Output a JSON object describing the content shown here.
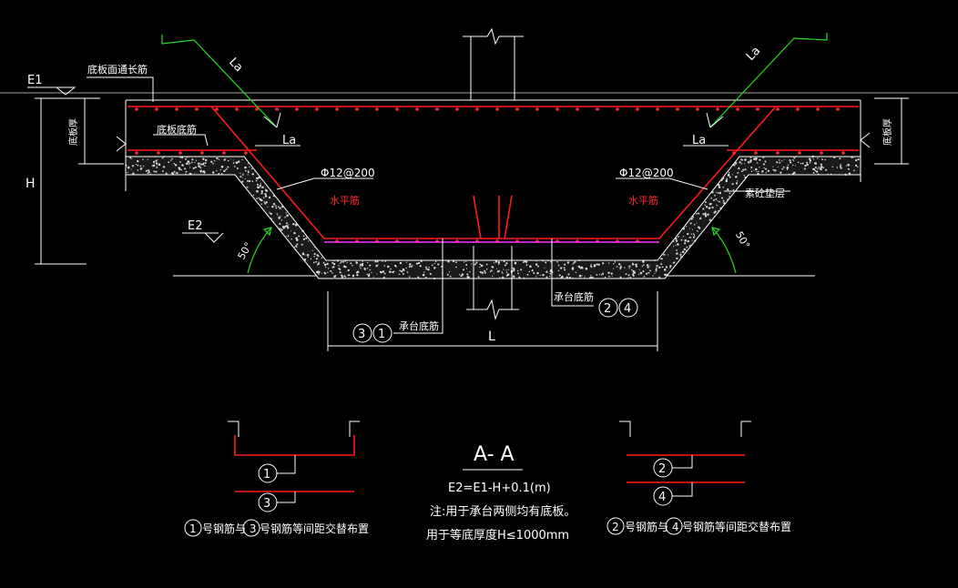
{
  "labels": {
    "e1": "E1",
    "e2": "E2",
    "h": "H",
    "l": "L",
    "la_left_top": "La",
    "la_right_top": "La",
    "la_left": "La",
    "la_right": "La",
    "slab_top_rebar": "底板面通长筋",
    "slab_thickness_left": "底板厚",
    "slab_thickness_right": "底板厚",
    "slab_bottom_rebar": "底板底筋",
    "rebar_spec_left": "Φ12@200",
    "rebar_spec_right": "Φ12@200",
    "horizontal_rebar_left": "水平筋",
    "horizontal_rebar_right": "水平筋",
    "angle_left": "50°",
    "angle_right": "50°",
    "cushion": "素砼垫层",
    "cap_bottom_rebar_left": "承台底筋",
    "cap_bottom_rebar_right": "承台底筋",
    "num_3": "3",
    "num_1": "1",
    "num_2": "2",
    "num_4": "4"
  },
  "detail_left": {
    "top_num": "1",
    "bottom_num": "3",
    "caption_num_a": "1",
    "caption_mid": "号钢筋与 3",
    "caption_num_b": "",
    "caption_end": "号钢筋等间距交替布置"
  },
  "detail_right": {
    "top_num": "2",
    "bottom_num": "4",
    "caption_num_a": "2",
    "caption_mid": "号钢筋与 4",
    "caption_end": "号钢筋等间距交替布置"
  },
  "section": {
    "title": "A- A",
    "formula": "E2=E1-H+0.1(m)",
    "note1": "注:用于承台两侧均有底板。",
    "note2": "用于等底厚度H≤1000mm"
  },
  "colors": {
    "background": "#000000",
    "lines": "#ffffff",
    "rebar": "#ff1a1a",
    "anchor": "#22dd22",
    "horizontal_bar": "#ff33ff"
  }
}
